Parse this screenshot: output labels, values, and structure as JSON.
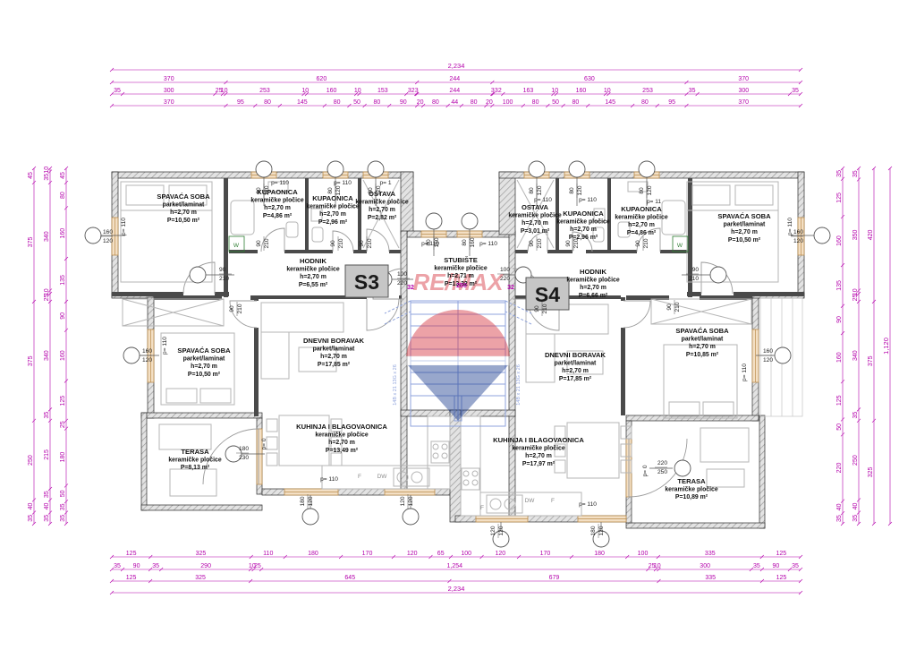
{
  "plan": {
    "units": [
      {
        "id": "s3",
        "label": "S3"
      },
      {
        "id": "s4",
        "label": "S4"
      }
    ],
    "watermark": {
      "brand": "RE/MAX"
    },
    "rooms": [
      {
        "id": "s3-spavaca1",
        "lines": [
          "SPAVAĆA SOBA",
          "parket/laminat",
          "h=2,70 m",
          "P=10,50 m²"
        ]
      },
      {
        "id": "s3-kupaonica1",
        "lines": [
          "KUPAONICA",
          "keramičke pločice",
          "h=2,70 m",
          "P=4,86 m²"
        ]
      },
      {
        "id": "s3-kupaonica2",
        "lines": [
          "KUPAONICA",
          "keramičke pločice",
          "h=2,70 m",
          "P=2,96 m²"
        ]
      },
      {
        "id": "s3-ostava",
        "lines": [
          "OSTAVA",
          "keramičke pločice",
          "h=2,70 m",
          "P=2,82 m²"
        ]
      },
      {
        "id": "s3-hodnik",
        "lines": [
          "HODNIK",
          "keramičke pločice",
          "h=2,70 m",
          "P=6,55 m²"
        ]
      },
      {
        "id": "s3-spavaca2",
        "lines": [
          "SPAVAĆA SOBA",
          "parket/laminat",
          "h=2,70 m",
          "P=10,50 m²"
        ]
      },
      {
        "id": "s3-dnevni",
        "lines": [
          "DNEVNI BORAVAK",
          "parket/laminat",
          "h=2,70 m",
          "P=17,85 m²"
        ]
      },
      {
        "id": "s3-kuhinja",
        "lines": [
          "KUHINJA I BLAGOVAONICA",
          "keramičke pločice",
          "h=2,70 m",
          "P=13,49 m²"
        ]
      },
      {
        "id": "s3-terasa",
        "lines": [
          "TERASA",
          "keramičke pločice",
          "P=8,13 m²"
        ]
      },
      {
        "id": "stubiste",
        "lines": [
          "STUBIŠTE",
          "keramičke pločice",
          "h=2,71 m",
          "P=13,32 m²"
        ]
      },
      {
        "id": "s4-ostava",
        "lines": [
          "OSTAVA",
          "keramičke pločice",
          "h=2,70 m",
          "P=3,01 m²"
        ]
      },
      {
        "id": "s4-kupaonica1",
        "lines": [
          "KUPAONICA",
          "keramičke pločice",
          "h=2,70 m",
          "P=2,96 m²"
        ]
      },
      {
        "id": "s4-kupaonica2",
        "lines": [
          "KUPAONICA",
          "keramičke pločice",
          "h=2,70 m",
          "P=4,86 m²"
        ]
      },
      {
        "id": "s4-spavaca1",
        "lines": [
          "SPAVAĆA SOBA",
          "parket/laminat",
          "h=2,70 m",
          "P=10,50 m²"
        ]
      },
      {
        "id": "s4-hodnik",
        "lines": [
          "HODNIK",
          "keramičke pločice",
          "h=2,70 m",
          "P=6,66 m²"
        ]
      },
      {
        "id": "s4-dnevni",
        "lines": [
          "DNEVNI BORAVAK",
          "parket/laminat",
          "h=2,70 m",
          "P=17,85 m²"
        ]
      },
      {
        "id": "s4-spavaca2",
        "lines": [
          "SPAVAĆA SOBA",
          "parket/laminat",
          "h=2,70 m",
          "P=10,85 m²"
        ]
      },
      {
        "id": "s4-kuhinja",
        "lines": [
          "KUHINJA I BLAGOVAONICA",
          "keramičke pločice",
          "h=2,70 m",
          "P=17,97 m²"
        ]
      },
      {
        "id": "s4-terasa",
        "lines": [
          "TERASA",
          "keramičke pločice",
          "P=10,89 m²"
        ]
      }
    ],
    "parapet_labels": [
      {
        "id": "s3-b1",
        "text": "p= 110"
      },
      {
        "id": "s3-b2",
        "text": "p= 110"
      },
      {
        "id": "s3-ost",
        "text": "p= 1"
      },
      {
        "id": "st-l",
        "text": "p= 110"
      },
      {
        "id": "st-r",
        "text": "p= 110"
      },
      {
        "id": "s4-ost",
        "text": "p= 110"
      },
      {
        "id": "s4-b1",
        "text": "p= 110"
      },
      {
        "id": "s4-b2",
        "text": "p= 11"
      },
      {
        "id": "s3-kuh",
        "text": "p= 110"
      },
      {
        "id": "s4-kuh",
        "text": "p= 110"
      },
      {
        "id": "s3-sp1",
        "text": "p= 110"
      },
      {
        "id": "s3-sp2",
        "text": "p= 110"
      },
      {
        "id": "s4-sp1",
        "text": "p= 110"
      },
      {
        "id": "s4-sp2",
        "text": "p= 110"
      },
      {
        "id": "s3-ter",
        "text": "p= 0"
      },
      {
        "id": "s4-ter",
        "text": "p= 0"
      }
    ],
    "opening_labels": [
      {
        "id": "w-s3-1",
        "a": "80",
        "b": "120"
      },
      {
        "id": "w-s3-2",
        "a": "80",
        "b": "120"
      },
      {
        "id": "w-s3-3",
        "a": "80",
        "b": "120"
      },
      {
        "id": "w-st-1",
        "a": "80",
        "b": "160"
      },
      {
        "id": "w-st-2",
        "a": "80",
        "b": "160"
      },
      {
        "id": "w-s4-1",
        "a": "80",
        "b": "120"
      },
      {
        "id": "w-s4-2",
        "a": "80",
        "b": "120"
      },
      {
        "id": "w-s4-3",
        "a": "80",
        "b": "120"
      },
      {
        "id": "w-left-1",
        "a": "160",
        "b": "120"
      },
      {
        "id": "w-left-2",
        "a": "160",
        "b": "120"
      },
      {
        "id": "w-right-1",
        "a": "160",
        "b": "120"
      },
      {
        "id": "w-right-2",
        "a": "160",
        "b": "120"
      },
      {
        "id": "w-s3-k1",
        "a": "180",
        "b": "120"
      },
      {
        "id": "w-s3-k2",
        "a": "120",
        "b": "120"
      },
      {
        "id": "w-s4-k1",
        "a": "120",
        "b": "120"
      },
      {
        "id": "w-s4-k2",
        "a": "180",
        "b": "120"
      },
      {
        "id": "d-s3-bed1",
        "a": "90",
        "b": "210"
      },
      {
        "id": "d-s4-bed1",
        "a": "90",
        "b": "210"
      },
      {
        "id": "d-s3-entry",
        "a": "100",
        "b": "220"
      },
      {
        "id": "d-s4-entry",
        "a": "100",
        "b": "220"
      },
      {
        "id": "d-s3-ter",
        "a": "180",
        "b": "230"
      },
      {
        "id": "d-s4-ter",
        "a": "220",
        "b": "250"
      },
      {
        "id": "d-s3-ba1",
        "a": "90",
        "b": "210"
      },
      {
        "id": "d-s3-ba2",
        "a": "90",
        "b": "210"
      },
      {
        "id": "d-s3-ost",
        "a": "90",
        "b": "210"
      },
      {
        "id": "d-s3-hod",
        "a": "90",
        "b": "210"
      },
      {
        "id": "d-s4-ba1",
        "a": "90",
        "b": "210"
      },
      {
        "id": "d-s4-ba2",
        "a": "90",
        "b": "210"
      },
      {
        "id": "d-s4-ost",
        "a": "90",
        "b": "210"
      },
      {
        "id": "d-s4-hod1",
        "a": "90",
        "b": "210"
      },
      {
        "id": "d-s4-hod2",
        "a": "90",
        "b": "210"
      }
    ],
    "magenta_marks": [
      {
        "id": "m-32l",
        "text": "32"
      },
      {
        "id": "m-250",
        "text": "250"
      },
      {
        "id": "m-32r",
        "text": "32"
      }
    ],
    "appliances": [
      {
        "id": "s3-f",
        "text": "F"
      },
      {
        "id": "s3-dw",
        "text": "DW"
      },
      {
        "id": "s4-dw",
        "text": "DW"
      },
      {
        "id": "s4-f",
        "text": "F"
      },
      {
        "id": "s4-f2",
        "text": "F"
      },
      {
        "id": "s3-w",
        "text": "W"
      },
      {
        "id": "s4-w",
        "text": "W"
      }
    ],
    "stair_note": {
      "left": "14B x 21",
      "right": "13G x 26"
    }
  },
  "dimensions": {
    "top_rows": [
      [
        "2,234"
      ],
      [
        "370",
        "620",
        "244",
        "630",
        "370"
      ],
      [
        "35",
        "300",
        "25",
        "10",
        "253",
        "10",
        "160",
        "10",
        "153",
        "32",
        "3",
        "244",
        "3",
        "32",
        "163",
        "10",
        "160",
        "10",
        "253",
        "35",
        "300",
        "35"
      ],
      [
        "370",
        "95",
        "80",
        "145",
        "80",
        "50",
        "80",
        "90",
        "20",
        "80",
        "44",
        "80",
        "20",
        "100",
        "80",
        "50",
        "80",
        "145",
        "80",
        "95",
        "370"
      ]
    ],
    "bottom_rows": [
      [
        "125",
        "325",
        "110",
        "180",
        "170",
        "120",
        "65",
        "100",
        "120",
        "170",
        "180",
        "100",
        "335",
        "125"
      ],
      [
        "35",
        "90",
        "35",
        "290",
        "10",
        "25",
        "1,254",
        "25",
        "10",
        "300",
        "35",
        "90",
        "35"
      ],
      [
        "125",
        "325",
        "645",
        "679",
        "335",
        "125"
      ],
      [
        "2,234"
      ]
    ],
    "left_chains": [
      [
        "45",
        "375",
        "375",
        "250",
        "40",
        "35"
      ],
      [
        "10",
        "35",
        "340",
        "10",
        "25",
        "340",
        "35",
        "215",
        "35",
        "40",
        "35"
      ],
      [
        "45",
        "80",
        "160",
        "135",
        "90",
        "160",
        "125",
        "25",
        "180",
        "50",
        "35",
        "35"
      ]
    ],
    "right_chains": [
      [
        "35",
        "125",
        "160",
        "135",
        "90",
        "160",
        "125",
        "50",
        "220",
        "40",
        "35"
      ],
      [
        "35",
        "350",
        "10",
        "25",
        "340",
        "35",
        "250",
        "40",
        "35"
      ],
      [
        "420",
        "375",
        "325"
      ],
      [
        "1,120"
      ]
    ]
  }
}
